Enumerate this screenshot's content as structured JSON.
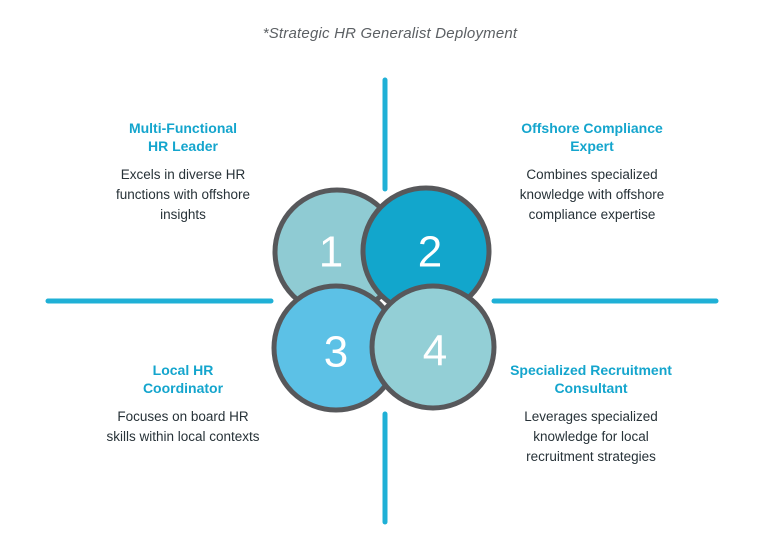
{
  "title": "*Strategic HR Generalist Deployment",
  "colors": {
    "background": "#ffffff",
    "axis": "#1fb0d6",
    "heading": "#14a5cd",
    "body_text": "#273238",
    "title_text": "#5c6064",
    "circle_stroke": "#57585b",
    "number_text": "#ffffff"
  },
  "circles": [
    {
      "number": "1",
      "fill": "#8fcbd3"
    },
    {
      "number": "2",
      "fill": "#12a6cc"
    },
    {
      "number": "3",
      "fill": "#5cc1e6"
    },
    {
      "number": "4",
      "fill": "#93cfd6"
    }
  ],
  "quadrants": [
    {
      "position": "top-left",
      "heading_lines": [
        "Multi-Functional",
        "HR Leader"
      ],
      "body_lines": [
        "Excels in diverse HR",
        "functions with offshore",
        "insights"
      ]
    },
    {
      "position": "top-right",
      "heading_lines": [
        "Offshore Compliance",
        "Expert"
      ],
      "body_lines": [
        "Combines specialized",
        "knowledge with offshore",
        "compliance expertise"
      ]
    },
    {
      "position": "bottom-left",
      "heading_lines": [
        "Local HR",
        "Coordinator"
      ],
      "body_lines": [
        "Focuses on board HR",
        "skills within local contexts"
      ]
    },
    {
      "position": "bottom-right",
      "heading_lines": [
        "Specialized Recruitment",
        "Consultant"
      ],
      "body_lines": [
        "Leverages specialized",
        "knowledge for local",
        "recruitment strategies"
      ]
    }
  ]
}
